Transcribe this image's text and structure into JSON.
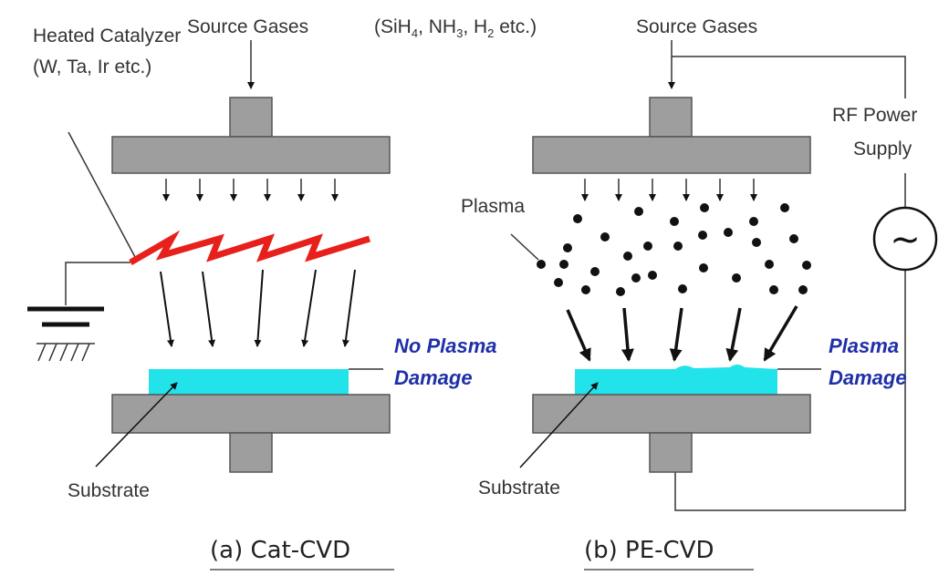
{
  "gases_formula": {
    "open": "(",
    "sih": "SiH",
    "sih_sub": "4",
    "nh": ", NH",
    "nh_sub": "3",
    "h": ", H",
    "h_sub": "2",
    "tail": " etc.)"
  },
  "left_panel": {
    "source_label": "Source Gases",
    "catalyzer_label": "Heated Catalyzer",
    "catalyzer_examples": "(W, Ta, Ir etc.)",
    "damage_line1": "No Plasma",
    "damage_line2": "Damage",
    "substrate_label": "Substrate",
    "caption": "(a) Cat-CVD"
  },
  "right_panel": {
    "source_label": "Source Gases",
    "plasma_label": "Plasma",
    "rf_line1": "RF Power",
    "rf_line2": "Supply",
    "ac_symbol": "~",
    "damage_line1": "Plasma",
    "damage_line2": "Damage",
    "substrate_label": "Substrate",
    "caption": "(b) PE-CVD"
  },
  "colors": {
    "plate": "#9e9e9e",
    "substrate_film": "#22e3ea",
    "catalyzer_wire": "#e8201c",
    "damage_text": "#1f2fa8"
  }
}
